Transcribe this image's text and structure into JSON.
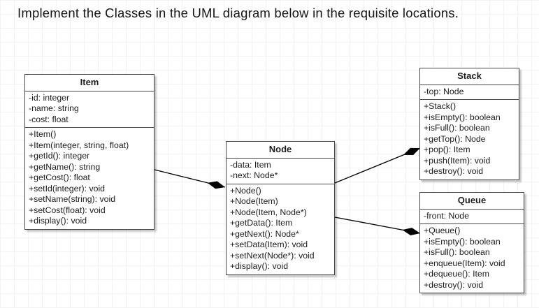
{
  "page": {
    "title": "Implement the Classes in the UML diagram below in the requisite locations."
  },
  "colors": {
    "background": "#ffffff",
    "grid_line": "#f4f2f3",
    "box_border": "#474747",
    "box_fill": "#ffffff",
    "text": "#1c1c1c",
    "connector": "#000000"
  },
  "diagram": {
    "classes": [
      {
        "name": "Item",
        "attributes": [
          "-id: integer",
          "-name: string",
          "-cost: float"
        ],
        "methods": [
          "+Item()",
          "+Item(integer, string, float)",
          "+getId(): integer",
          "+getName(): string",
          "+getCost(): float",
          "+setId(integer): void",
          "+setName(string): void",
          "+setCost(float): void",
          "+display(): void"
        ]
      },
      {
        "name": "Node",
        "attributes": [
          "-data: Item",
          "-next: Node*"
        ],
        "methods": [
          "+Node()",
          "+Node(Item)",
          "+Node(Item, Node*)",
          "+getData(): Item",
          "+getNext(): Node*",
          "+setData(Item): void",
          "+setNext(Node*): void",
          "+display(): void"
        ]
      },
      {
        "name": "Stack",
        "attributes": [
          "-top: Node"
        ],
        "methods": [
          "+Stack()",
          "+isEmpty(): boolean",
          "+isFull(): boolean",
          "+getTop(): Node",
          "+pop(): Item",
          "+push(Item): void",
          "+destroy(): void"
        ]
      },
      {
        "name": "Queue",
        "attributes": [
          "-front: Node"
        ],
        "methods": [
          "+Queue()",
          "+isEmpty(): boolean",
          "+isFull(): boolean",
          "+enqueue(Item): void",
          "+dequeue(): Item",
          "+destroy(): void"
        ]
      }
    ],
    "relationships": [
      {
        "from": "Item",
        "to": "Node",
        "type": "composition",
        "diamond_at": "Node"
      },
      {
        "from": "Node",
        "to": "Stack",
        "type": "composition",
        "diamond_at": "Stack"
      },
      {
        "from": "Node",
        "to": "Queue",
        "type": "composition",
        "diamond_at": "Queue"
      }
    ]
  }
}
